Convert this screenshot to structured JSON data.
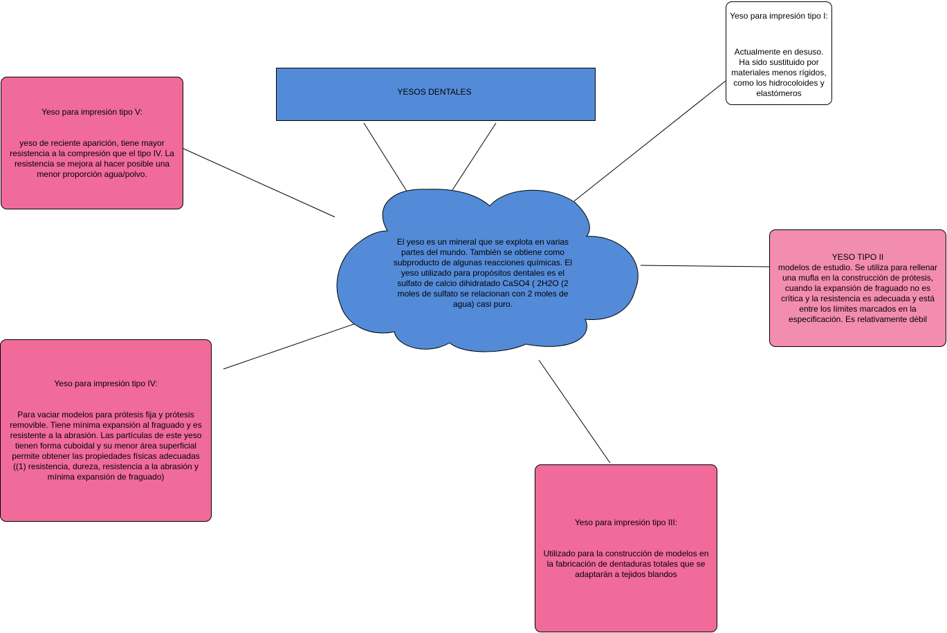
{
  "diagram": {
    "title_box": {
      "text": "YESOS DENTALES",
      "color": "#548bd8"
    },
    "center": {
      "text": "El yeso es un mineral que se explota en varias partes del mundo. También se obtiene como subproducto de algunas reacciones químicas. El yeso utilizado para propósitos dentales es el sulfato de calcio dihidratado CaSO4 ( 2H2O (2 moles de sulfato se relacionan con 2 moles de agua) casi puro.",
      "color": "#548bd8"
    },
    "tipo1": {
      "heading": "Yeso para impresión tipo I:",
      "body": "Actualmente en desuso. Ha sido sustituido por materiales menos rígidos, como los hidrocoloides y elastómeros"
    },
    "tipo2": {
      "heading": "YESO TIPO II",
      "body": "modelos de estudio. Se utiliza para rellenar una mufla en la construcción de prótesis, cuando la expansión de fraguado no es crítica y la resistencia es adecuada y está entre los límites marcados en la especificación. Es relativamente débil",
      "color": "#f38db0"
    },
    "tipo3": {
      "heading": "Yeso para impresión tipo III:",
      "body": "Utilizado para la construcción de modelos en la fabricación de dentaduras totales que se adaptarán a tejidos blandos"
    },
    "tipo4": {
      "heading": "Yeso para impresión tipo IV:",
      "body": "Para vaciar modelos para prótesis fija y prótesis removible. Tiene mínima expansión al fraguado y es resistente a la abrasión. Las partículas de este yeso tienen forma cuboidal y su menor área superficial permite obtener las propiedades físicas adecuadas ((1) resistencia, dureza, resistencia a la abrasión y mínima expansión de fraguado)"
    },
    "tipo5": {
      "heading": "Yeso para impresión tipo V:",
      "body": "yeso de reciente aparición, tiene mayor resistencia a la compresión que el tipo IV. La resistencia se mejora al hacer posible una menor proporción agua/polvo."
    },
    "box_color": "#f06b9a"
  }
}
